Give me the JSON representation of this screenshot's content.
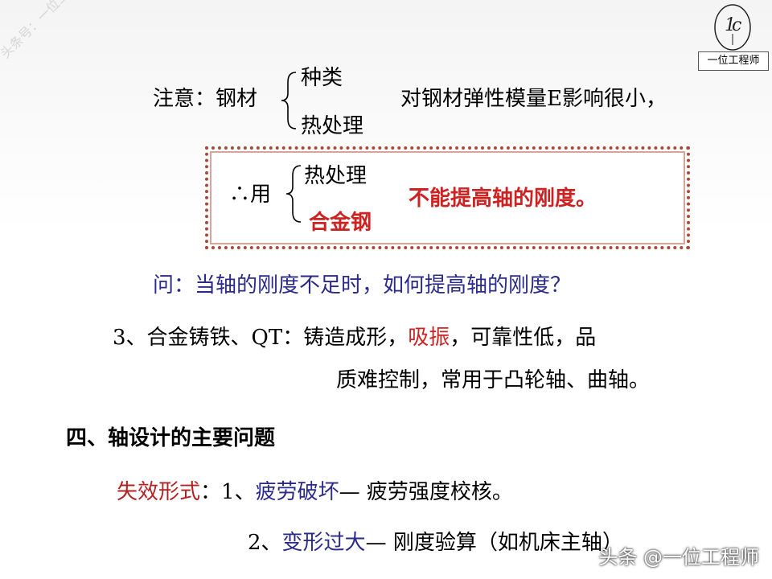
{
  "watermark": {
    "diagonal_text": "头条号：一位工程师",
    "logo_caption": "一位工程师",
    "footer_text": "头条 @一位工程师"
  },
  "note": {
    "label": "注意：钢材",
    "item1": "种类",
    "item2": "热处理",
    "conclusion": "对钢材弹性模量E影响很小，"
  },
  "box": {
    "therefore": "∴用",
    "item1": "热处理",
    "item2": "合金钢",
    "result": "不能提高轴的刚度。"
  },
  "question": "问：当轴的刚度不足时，如何提高轴的刚度？",
  "item3": {
    "prefix": "3、合金铸铁、QT：铸造成形，",
    "highlight": "吸振",
    "suffix": "，可靠性低，品",
    "line2": "质难控制，常用于凸轮轴、曲轴。"
  },
  "section4": {
    "heading": "四、轴设计的主要问题",
    "failure_label": "失效形式",
    "colon": "：",
    "f1_num": "1、",
    "f1_name": "疲劳破坏",
    "f1_desc": "— 疲劳强度校核。",
    "f2_num": "2、",
    "f2_name": "变形过大",
    "f2_desc": "— 刚度验算（如机床主轴）"
  }
}
